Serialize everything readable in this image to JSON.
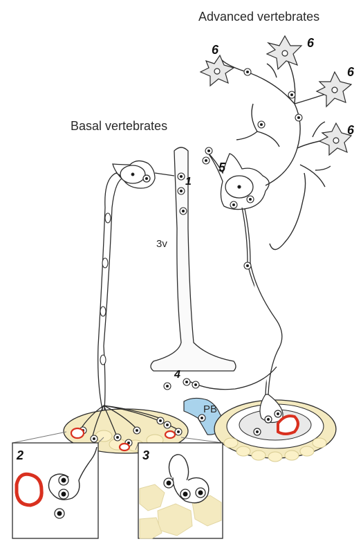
{
  "headings": {
    "advanced": "Advanced vertebrates",
    "basal": "Basal vertebrates"
  },
  "labels": {
    "ventricle": "3v",
    "portal": "PB"
  },
  "markers": {
    "m1": "1",
    "m2": "2",
    "m3": "3",
    "m4": "4",
    "m5": "5",
    "m6a": "6",
    "m6b": "6",
    "m6c": "6",
    "m6d": "6"
  },
  "colors": {
    "outline": "#2b2b2b",
    "gland_fill": "#f4eac0",
    "cell_fill": "#fbf1c8",
    "portal_vessel": "#a9d3ec",
    "capillary_red": "#d9301f",
    "neuron_fill": "#e8e8e8"
  }
}
